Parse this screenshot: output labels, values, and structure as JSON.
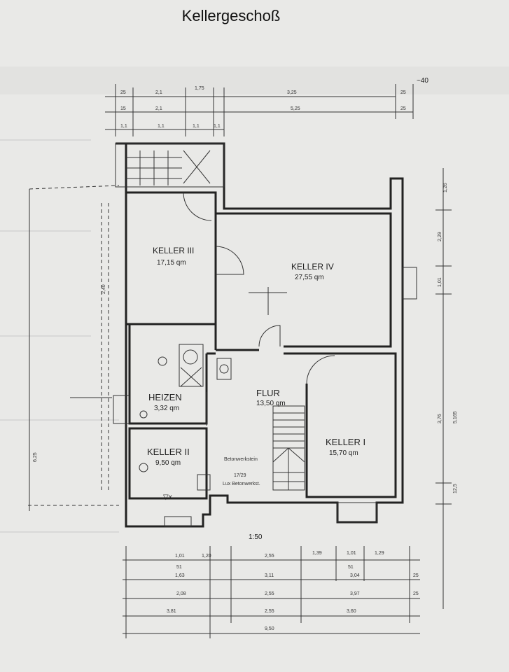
{
  "title": "Kellergeschoß",
  "rooms": [
    {
      "name": "KELLER III",
      "area": "17,15 qm"
    },
    {
      "name": "KELLER IV",
      "area": "27,55 qm"
    },
    {
      "name": "HEIZEN",
      "area": "3,32 qm"
    },
    {
      "name": "FLUR",
      "area": "13,50 qm"
    },
    {
      "name": "KELLER II",
      "area": "9,50 qm"
    },
    {
      "name": "KELLER I",
      "area": "15,70 qm"
    }
  ],
  "notes": {
    "stair_note1": "Betonwerkstein",
    "stair_note2": "17/29",
    "stair_note3": "Lux Betonwerkst.",
    "bottom_label": "1:50",
    "top_right": "~40",
    "door_mark": "▽x"
  },
  "dims_top": {
    "row1": [
      "25",
      "2,1",
      "1,75",
      "3,25",
      "25"
    ],
    "row2": [
      "15",
      "2,1",
      "5,25",
      "25"
    ],
    "row3": [
      "1,1",
      "1,1",
      "1,1",
      "1,1"
    ]
  },
  "dims_bottom": {
    "row1": [
      "1,01",
      "1,20",
      "2,55",
      "1,39",
      "1,01",
      "1,29"
    ],
    "row2": [
      "51",
      "51"
    ],
    "row3": [
      "1,63",
      "3,11",
      "3,04",
      "25"
    ],
    "row4": [
      "2,08",
      "2,55",
      "3,97",
      "25"
    ],
    "row5": [
      "3,81",
      "2,55",
      "3,60"
    ],
    "row6": [
      "9,50"
    ]
  },
  "dims_right": [
    "1,26",
    "2,29",
    "1,01",
    "3,76",
    "5,165",
    "12,5"
  ],
  "dims_left": [
    "2,40",
    "6,25"
  ]
}
